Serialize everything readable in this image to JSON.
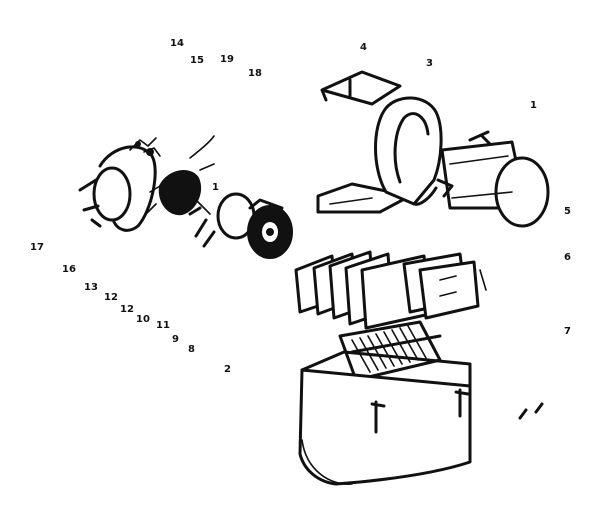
{
  "callouts": {
    "c1": "1",
    "c1b": "1",
    "c2": "2",
    "c3": "3",
    "c4": "4",
    "c5": "5",
    "c6": "6",
    "c7": "7",
    "c8": "8",
    "c9": "9",
    "c10": "10",
    "c11": "11",
    "c12": "12",
    "c12b": "12",
    "c13": "13",
    "c14": "14",
    "c15": "15",
    "c16": "16",
    "c17": "17",
    "c18": "18",
    "c19": "19"
  }
}
